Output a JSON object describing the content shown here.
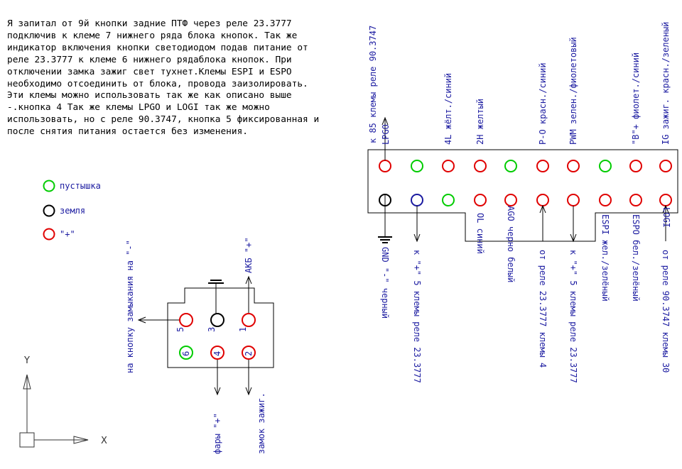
{
  "paragraph": [
    "Я запитал от 9й кнопки задние ПТФ через реле 23.3777",
    "подключив к клеме 7 нижнего ряда блока кнопок. Так же",
    "индикатор включения кнопки светодиодом подав питание от",
    "реле 23.3777 к клеме 6 нижнего рядаблока кнопок. При",
    "отключении замка зажиг свет тухнет.Клемы ESPI и ESPO",
    "необходимо отсоединить от блока, провода заизолировать.",
    "Эти клемы можно использовать так же как описано выше",
    "-.кнопка 4 Так же клемы LPGO и LOGI так же можно",
    "использовать, но с реле 90.3747, кнопка 5 фиксированная и",
    "после снятия питания остается без изменения."
  ],
  "legend": [
    {
      "label": "пустышка",
      "color": "#00cc00"
    },
    {
      "label": "земля",
      "color": "#000000"
    },
    {
      "label": "\"+\"",
      "color": "#e00000"
    }
  ],
  "top_labels": [
    "к 85 клемы реле 90.3747",
    "LPGO",
    "4L жёлт./синий",
    "2H желтый",
    "P-O красн./синий",
    "PWM зелен./фиолетовый",
    "\"B\"+ фиолет./синий",
    "IG зажиг. красн./зеленый"
  ],
  "bottom_labels": [
    "GND \"-\" черный",
    "к \"+\" 5 клемы реле 23.3777",
    "OL синий",
    "AGO черно белый",
    "от реле 23.3777 клемы 4",
    "к \"+\" 5 клемы реле 23.3777",
    "ESPI жел./зелёный",
    "ESPO бел./зелёный",
    "LOGI",
    "от реле 90.3747 клемы 30"
  ],
  "connector": {
    "pins": [
      "5",
      "3",
      "1",
      "6",
      "4",
      "2"
    ],
    "left_label": "на кнопку замыкания на \"-\"",
    "akb_label": "АКБ \"+\"",
    "fary_label": "фары \"+\"",
    "zamok_label": "замок зажиг."
  },
  "axes": {
    "y": "Y",
    "x": "X"
  },
  "colors": {
    "red": "#e00000",
    "green": "#00cc00",
    "blue": "#1a1aa0",
    "black": "#000000"
  }
}
